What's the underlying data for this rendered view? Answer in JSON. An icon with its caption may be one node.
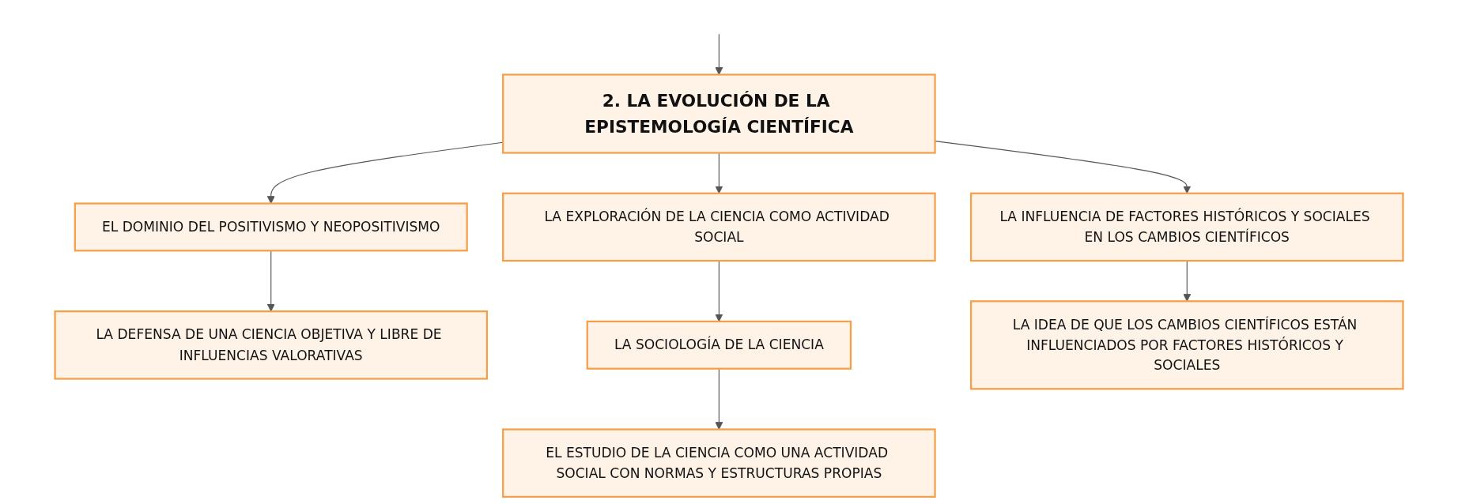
{
  "diagram": {
    "nodes": [
      {
        "text": [
          "2. LA EVOLUCIÓN DE LA EPISTEMOLOGÍA CIENTÍFICA"
        ]
      },
      {
        "text": [
          "EL DOMINIO DEL POSITIVISMO Y NEOPOSITIVISMO"
        ]
      },
      {
        "text": [
          "LA EXPLORACIÓN DE LA CIENCIA COMO ACTIVIDAD SOCIAL"
        ]
      },
      {
        "text": [
          "LA INFLUENCIA DE FACTORES HISTÓRICOS Y SOCIALES EN LOS CAMBIOS CIENTÍFICOS"
        ]
      },
      {
        "text": [
          "LA DEFENSA DE UNA CIENCIA OBJETIVA Y LIBRE DE INFLUENCIAS VALORATIVAS"
        ]
      },
      {
        "text": [
          "LA SOCIOLOGÍA DE LA CIENCIA"
        ]
      },
      {
        "text": [
          "EL ESTUDIO DE LA CIENCIA COMO UNA ACTIVIDAD SOCIAL CON NORMAS Y ESTRUCTURAS PROPIAS"
        ]
      },
      {
        "text": [
          "LA IDEA DE QUE LOS CAMBIOS CIENTÍFICOS ESTÁN INFLUENCIADOS POR FACTORES HISTÓRICOS Y SOCIALES"
        ]
      }
    ],
    "edges": [
      {
        "from": null,
        "to": 0,
        "arrow": "to"
      },
      {
        "from": 0,
        "to": 1,
        "arrow": "to"
      },
      {
        "from": 0,
        "to": 2,
        "arrow": "to"
      },
      {
        "from": 0,
        "to": 3,
        "arrow": "to"
      },
      {
        "from": 1,
        "to": 4,
        "arrow": "to"
      },
      {
        "from": 2,
        "to": 5,
        "arrow": "to"
      },
      {
        "from": 5,
        "to": 6,
        "arrow": "to"
      },
      {
        "from": 3,
        "to": 7,
        "arrow": "to"
      }
    ]
  }
}
